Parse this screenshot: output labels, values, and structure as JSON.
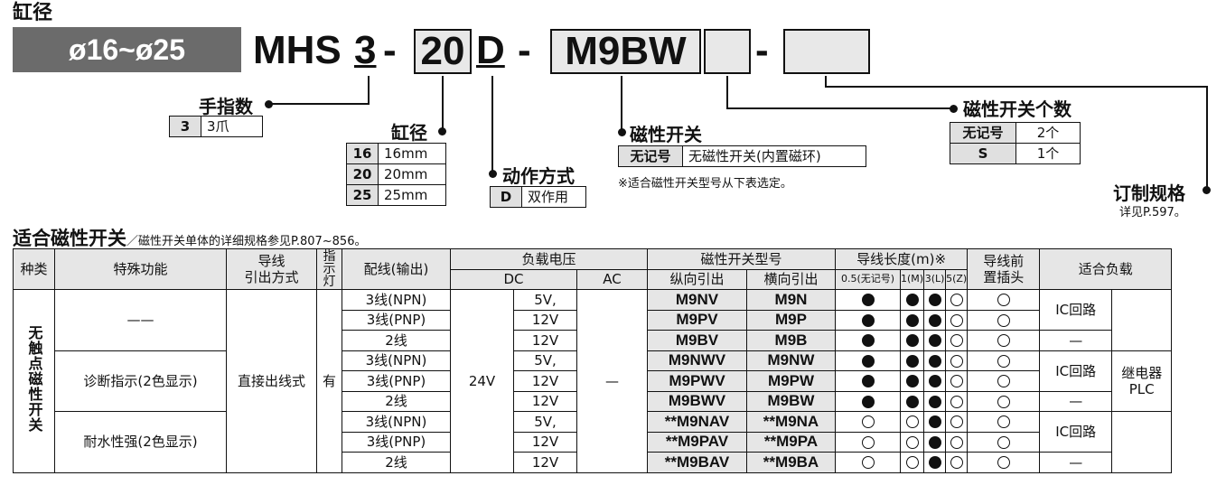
{
  "header": {
    "title": "缸径",
    "bore_range": "ø16~ø25"
  },
  "model": {
    "prefix": "MHS",
    "digit": "3",
    "dash1": "-",
    "bore": "20",
    "action": "D",
    "dash2": "-",
    "switch": "M9BW",
    "dash3": "-"
  },
  "fingers": {
    "label": "手指数",
    "rows": [
      {
        "code": "3",
        "text": "3爪"
      }
    ]
  },
  "bore": {
    "label": "缸径",
    "rows": [
      {
        "code": "16",
        "text": "16mm"
      },
      {
        "code": "20",
        "text": "20mm"
      },
      {
        "code": "25",
        "text": "25mm"
      }
    ]
  },
  "action": {
    "label": "动作方式",
    "rows": [
      {
        "code": "D",
        "text": "双作用"
      }
    ]
  },
  "switch": {
    "label": "磁性开关",
    "rows": [
      {
        "code": "无记号",
        "text": "无磁性开关(内置磁环)"
      }
    ],
    "note": "※适合磁性开关型号从下表选定。"
  },
  "switch_count": {
    "label": "磁性开关个数",
    "rows": [
      {
        "code": "无记号",
        "text": "2个"
      },
      {
        "code": "S",
        "text": "1个"
      }
    ]
  },
  "custom": {
    "label": "订制规格",
    "ref": "详见P.597。"
  },
  "table_title": {
    "main": "适合磁性开关",
    "sub": "／磁性开关单体的详细规格参见P.807~856。"
  },
  "table": {
    "h": {
      "type": "种类",
      "func": "特殊功能",
      "lead": "导线\n引出方式",
      "ind": "指示灯",
      "wiring": "配线(输出)",
      "load_v": "负载电压",
      "dc": "DC",
      "ac": "AC",
      "model": "磁性开关型号",
      "vert": "纵向引出",
      "horiz": "横向引出",
      "len": "导线长度(m)※",
      "l05": "0.5(无记号)",
      "l1": "1(M)",
      "l3": "3(L)",
      "l5": "5(Z)",
      "pre": "导线前\n置插头",
      "load": "适合负载"
    },
    "type_v": "无触点磁性开关",
    "func_dash": "——",
    "func_diag": "诊断指示(2色显示)",
    "func_water": "耐水性强(2色显示)",
    "lead": "直接出线式",
    "ind": "有",
    "dc": "24V",
    "ac": "—",
    "load_ic": "IC回路",
    "load_dash": "—",
    "load_relay": "继电器\nPLC",
    "rows": [
      {
        "wiring": "3线(NPN)",
        "v": "5V,",
        "vert": "M9NV",
        "horiz": "M9N",
        "l": [
          "b",
          "b",
          "b",
          "r"
        ],
        "pre": "r"
      },
      {
        "wiring": "3线(PNP)",
        "v": "12V",
        "vert": "M9PV",
        "horiz": "M9P",
        "l": [
          "b",
          "b",
          "b",
          "r"
        ],
        "pre": "r"
      },
      {
        "wiring": "2线",
        "v": "12V",
        "vert": "M9BV",
        "horiz": "M9B",
        "l": [
          "b",
          "b",
          "b",
          "r"
        ],
        "pre": "r"
      },
      {
        "wiring": "3线(NPN)",
        "v": "5V,",
        "vert": "M9NWV",
        "horiz": "M9NW",
        "l": [
          "b",
          "b",
          "b",
          "r"
        ],
        "pre": "r"
      },
      {
        "wiring": "3线(PNP)",
        "v": "12V",
        "vert": "M9PWV",
        "horiz": "M9PW",
        "l": [
          "b",
          "b",
          "b",
          "r"
        ],
        "pre": "r"
      },
      {
        "wiring": "2线",
        "v": "12V",
        "vert": "M9BWV",
        "horiz": "M9BW",
        "l": [
          "b",
          "b",
          "b",
          "r"
        ],
        "pre": "r"
      },
      {
        "wiring": "3线(NPN)",
        "v": "5V,",
        "vert": "**M9NAV",
        "horiz": "**M9NA",
        "l": [
          "r",
          "r",
          "b",
          "r"
        ],
        "pre": "r"
      },
      {
        "wiring": "3线(PNP)",
        "v": "12V",
        "vert": "**M9PAV",
        "horiz": "**M9PA",
        "l": [
          "r",
          "r",
          "b",
          "r"
        ],
        "pre": "r"
      },
      {
        "wiring": "2线",
        "v": "12V",
        "vert": "**M9BAV",
        "horiz": "**M9BA",
        "l": [
          "r",
          "r",
          "b",
          "r"
        ],
        "pre": "r"
      }
    ]
  }
}
